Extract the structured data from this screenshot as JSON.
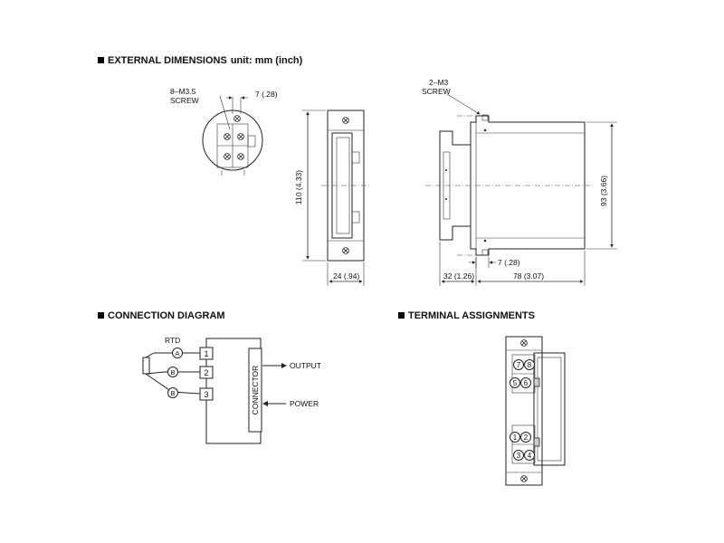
{
  "sections": {
    "external_dimensions": {
      "title": "EXTERNAL DIMENSIONS",
      "unit": "unit: mm (inch)"
    },
    "connection_diagram": {
      "title": "CONNECTION DIAGRAM"
    },
    "terminal_assignments": {
      "title": "TERMINAL ASSIGNMENTS"
    }
  },
  "dimensions": {
    "screw_main": "8–M3.5",
    "screw_main_word": "SCREW",
    "screw_side": "2–M3",
    "screw_side_word": "SCREW",
    "pitch_top": "7 (.28)",
    "pitch_bottom": "7 (.28)",
    "height_front": "110 (4.33)",
    "height_side": "93 (3.66)",
    "width_front": "24 (.94)",
    "depth_mount": "32 (1.26)",
    "depth_body": "78 (3.07)"
  },
  "connection": {
    "rtd_label": "RTD",
    "lead_a": "A",
    "lead_b1": "B",
    "lead_b2": "B",
    "terminal_1": "1",
    "terminal_2": "2",
    "terminal_3": "3",
    "connector_label": "CONNECTOR",
    "output_label": "OUTPUT",
    "power_label": "POWER"
  },
  "terminals": {
    "t1": "1",
    "t2": "2",
    "t3": "3",
    "t4": "4",
    "t5": "5",
    "t6": "6",
    "t7": "7",
    "t8": "8"
  }
}
